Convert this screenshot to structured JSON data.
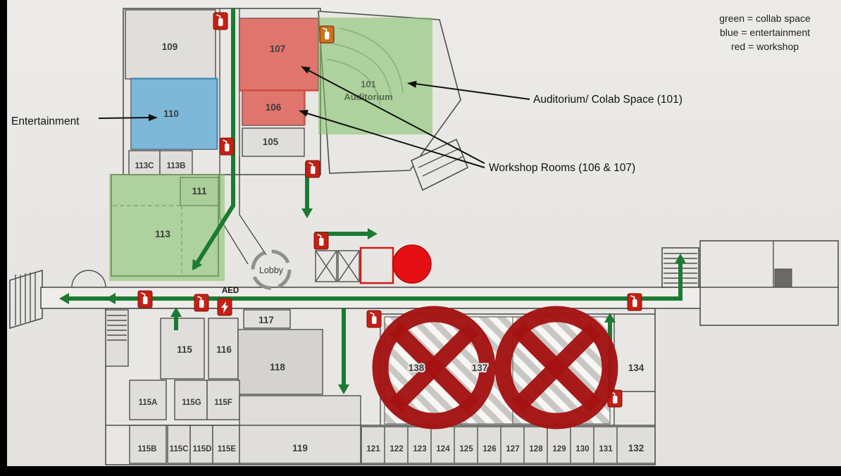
{
  "legend": {
    "lines": [
      "green = collab space",
      "blue = entertainment",
      "red = workshop"
    ]
  },
  "annotations": {
    "entertainment": "Entertainment",
    "auditorium": "Auditorium/ Colab Space (101)",
    "workshop": "Workshop Rooms (106 & 107)"
  },
  "plan_labels": {
    "lobby": "Lobby",
    "aed": "AED",
    "auditorium_number": "101",
    "auditorium_name": "Auditorium"
  },
  "room_labels": {
    "r109": "109",
    "r107": "107",
    "r106": "106",
    "r105": "105",
    "r110": "110",
    "r113c": "113C",
    "r113b": "113B",
    "r111": "111",
    "r113": "113",
    "r115": "115",
    "r116": "116",
    "r117": "117",
    "r118": "118",
    "r115a": "115A",
    "r115g": "115G",
    "r115f": "115F",
    "r115b": "115B",
    "r115c": "115C",
    "r115d": "115D",
    "r115e": "115E",
    "r119": "119",
    "r138": "138",
    "r137": "137",
    "r134": "134",
    "r121": "121",
    "r122": "122",
    "r123": "123",
    "r124": "124",
    "r125": "125",
    "r126": "126",
    "r127": "127",
    "r128": "128",
    "r129": "129",
    "r130": "130",
    "r131": "131",
    "r132": "132"
  },
  "icons": {
    "fire_extinguisher": "red square with white extinguisher glyph",
    "aed_station": "red square with white lightning bolt",
    "no_entry": "dark red circle crossed with X",
    "location_marker": "solid red circle",
    "lobby_circulation": "segmented circular arrows"
  },
  "colors": {
    "collab_green": "#7dc163",
    "entertainment_blue": "#3a9ed8",
    "workshop_red": "#e0493f",
    "route_green": "#1c7a33",
    "no_entry_red": "#a31212",
    "marker_red": "#e60f13",
    "icon_red": "#c42015",
    "icon_orange": "#c8741c",
    "annotation_black": "#111111"
  }
}
